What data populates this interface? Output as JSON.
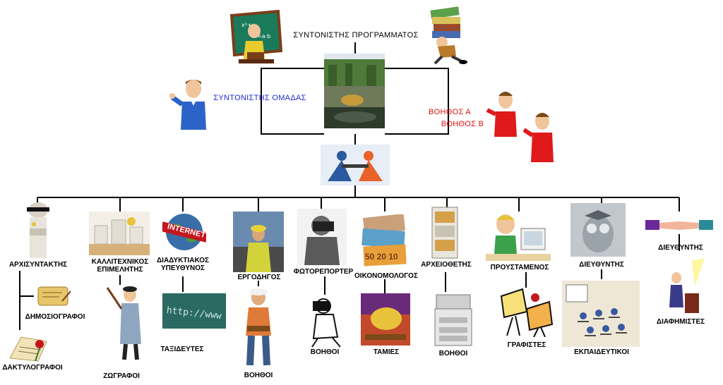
{
  "top": {
    "coordinator_program": "ΣΥΝΤΟΝΙΣΤΗΣ ΠΡΟΓΡΑΜΜΑΤΟΣ",
    "coordinator_team": "ΣΥΝΤΟΝΙΣΤΗΣ ΟΜΑΔΑΣ",
    "assistant_a": "ΒΟΗΘΟΣ Α",
    "assistant_b": "ΒΟΗΘΟΣ Β",
    "team_color": "#1f2bd6",
    "assistant_color": "#e01010"
  },
  "roles": {
    "chief_editor": "ΑΡΧΙΣΥΝΤΑΚΤΗΣ",
    "journalists": "ΔΗΜΟΣΙΟΓΡΑΦΟΙ",
    "typists": "ΔΑΚΤΥΛΟΓΡΑΦΟΙ",
    "art_editor_1": "ΚΑΛΛΙΤΕΧΝΙΚΟΣ",
    "art_editor_2": "ΕΠΙΜΕΛΗΤΗΣ",
    "painters": "ΖΩΓΡΑΦΟΙ",
    "internet_1": "ΔΙΑΔΥΚΤΙΑΚΟΣ",
    "internet_2": "ΥΠΕΥΘΥΝΟΣ",
    "travelers": "ΤΑΞΙΔΕΥΤΕΣ",
    "foreman": "ΕΡΓΟΔΗΓΟΣ",
    "helpers_1": "ΒΟΗΘΟΙ",
    "photoreporter": "ΦΩΤΟΡΕΠΟΡΤΕΡ",
    "helpers_2": "ΒΟΗΘΟΙ",
    "economist": "ΟΙΚΟΝΟΜΟΛΟΓΟΣ",
    "cashiers": "ΤΑΜΙΕΣ",
    "archivist": "ΑΡΧΕΙΟΘΕΤΗΣ",
    "helpers_3": "ΒΟΗΘΟΙ",
    "supervisor": "ΠΡΟΥΣΤΑΜΕΝΟΣ",
    "graphic_designers": "ΓΡΑΦΙΣΤΕΣ",
    "director_1": "ΔΙΕΥΘΥΝΤΗΣ",
    "teachers": "ΕΚΠΑΙΔΕΥΤΙΚΟΙ",
    "director_2": "ΔΙΕΥΘΥΝΤΗΣ",
    "advertisers": "ΔΙΑΦΗΜΙΣΤΕΣ"
  },
  "clipart": {
    "internet_word": "INTERNET",
    "url_text": "http://www",
    "money_text": "50 20 10"
  }
}
